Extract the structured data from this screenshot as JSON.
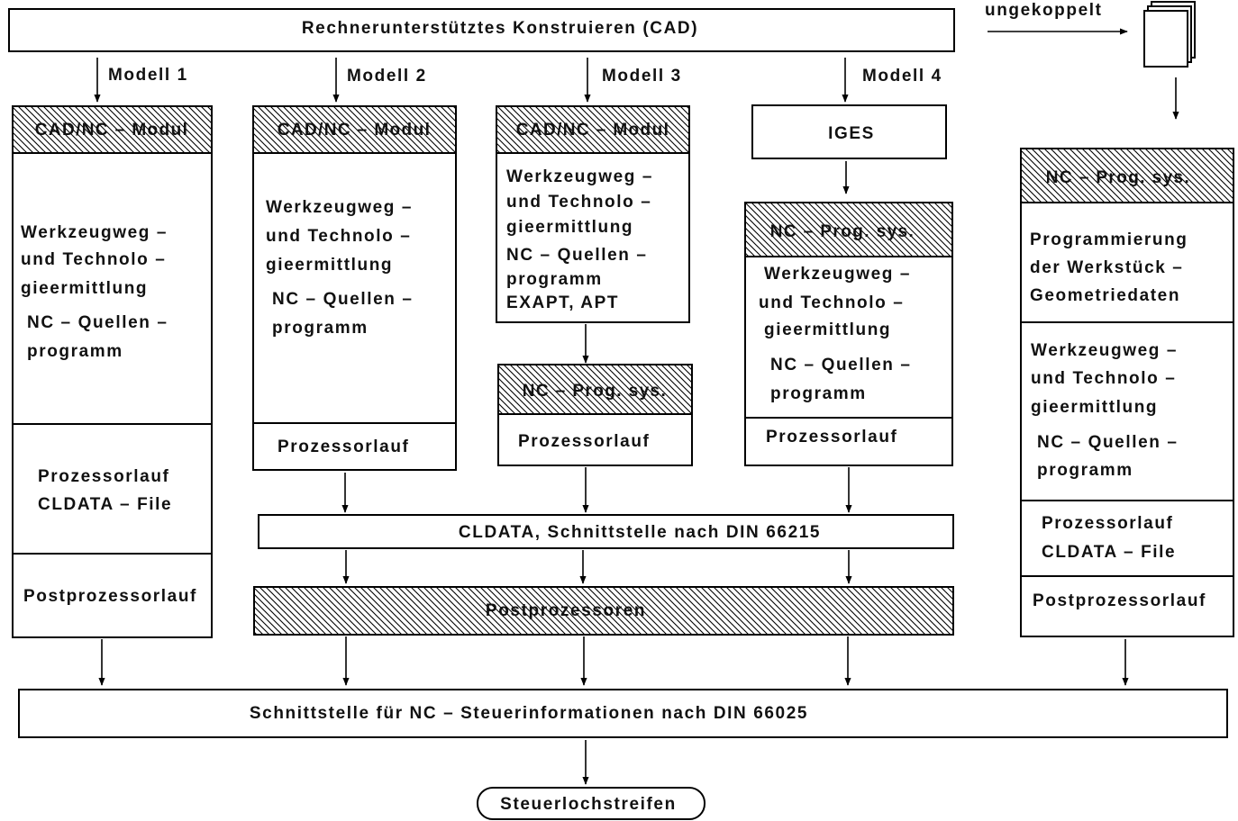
{
  "top": {
    "cad_title": "Rechnerunterstütztes Konstruieren (CAD)",
    "ungekoppelt": "ungekoppelt"
  },
  "models": {
    "m1": "Modell 1",
    "m2": "Modell 2",
    "m3": "Modell 3",
    "m4": "Modell 4"
  },
  "col1": {
    "header": "CAD/NC – Modul",
    "body": [
      "Werkzeugweg –",
      "und Technolo –",
      "gieermittlung",
      "NC – Quellen –",
      "programm"
    ],
    "proc": [
      "Prozessorlauf",
      "CLDATA – File"
    ],
    "post": "Postprozessorlauf"
  },
  "col2": {
    "header": "CAD/NC – Modul",
    "body": [
      "Werkzeugweg –",
      "und Technolo –",
      "gieermittlung",
      "NC – Quellen –",
      "programm"
    ],
    "proc": "Prozessorlauf"
  },
  "col3": {
    "header": "CAD/NC – Modul",
    "body": [
      "Werkzeugweg –",
      "und Technolo –",
      "gieermittlung",
      "NC – Quellen –",
      "programm",
      "EXAPT, APT"
    ],
    "nc_header": "NC – Prog. sys.",
    "proc": "Prozessorlauf"
  },
  "col4": {
    "iges": "IGES",
    "header": "NC – Prog. sys.",
    "body": [
      "Werkzeugweg –",
      "und Technolo –",
      "gieermittlung",
      "NC – Quellen –",
      "programm"
    ],
    "proc": "Prozessorlauf"
  },
  "col5": {
    "header": "NC – Prog. sys.",
    "geo": [
      "Programmierung",
      "der Werkstück –",
      "Geometriedaten"
    ],
    "body": [
      "Werkzeugweg –",
      "und Technolo –",
      "gieermittlung",
      "NC – Quellen –",
      "programm"
    ],
    "proc": [
      "Prozessorlauf",
      "CLDATA – File"
    ],
    "post": "Postprozessorlauf"
  },
  "cldata": "CLDATA, Schnittstelle nach DIN 66215",
  "postprozessoren": "Postprozessoren",
  "interface": "Schnittstelle für NC – Steuerinformationen nach DIN 66025",
  "output": "Steuerlochstreifen"
}
